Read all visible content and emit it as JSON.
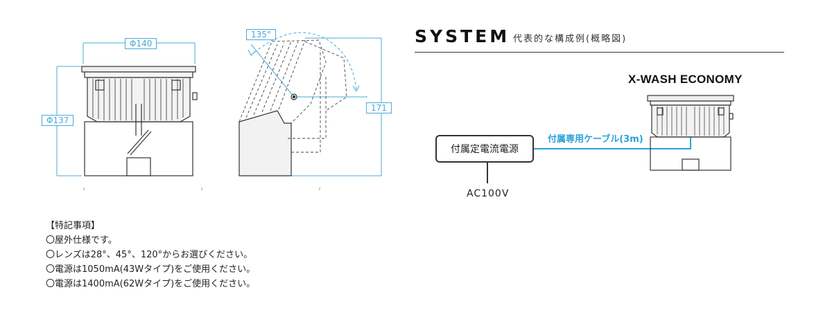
{
  "drawings": {
    "front_view": {
      "width_dim": "Φ140",
      "height_dim": "Φ137"
    },
    "side_view": {
      "angle_dim": "135°",
      "height_dim": "171"
    }
  },
  "system": {
    "title": "SYSTEM",
    "subtitle": "代表的な構成例(概略図)",
    "product_name": "X-WASH ECONOMY",
    "power_supply_label": "付属定電流電源",
    "cable_label": "付属専用ケーブル(3m)",
    "input_label": "AC100V",
    "colors": {
      "cable": "#2aa1db",
      "dimension": "#4aa9d6"
    }
  },
  "notes": {
    "heading": "【特記事項】",
    "items": [
      "〇屋外仕様です。",
      "〇レンズは28°、45°、120°からお選びください。",
      "〇電源は1050mA(43Wタイプ)をご使用ください。",
      "〇電源は1400mA(62Wタイプ)をご使用ください。"
    ]
  }
}
